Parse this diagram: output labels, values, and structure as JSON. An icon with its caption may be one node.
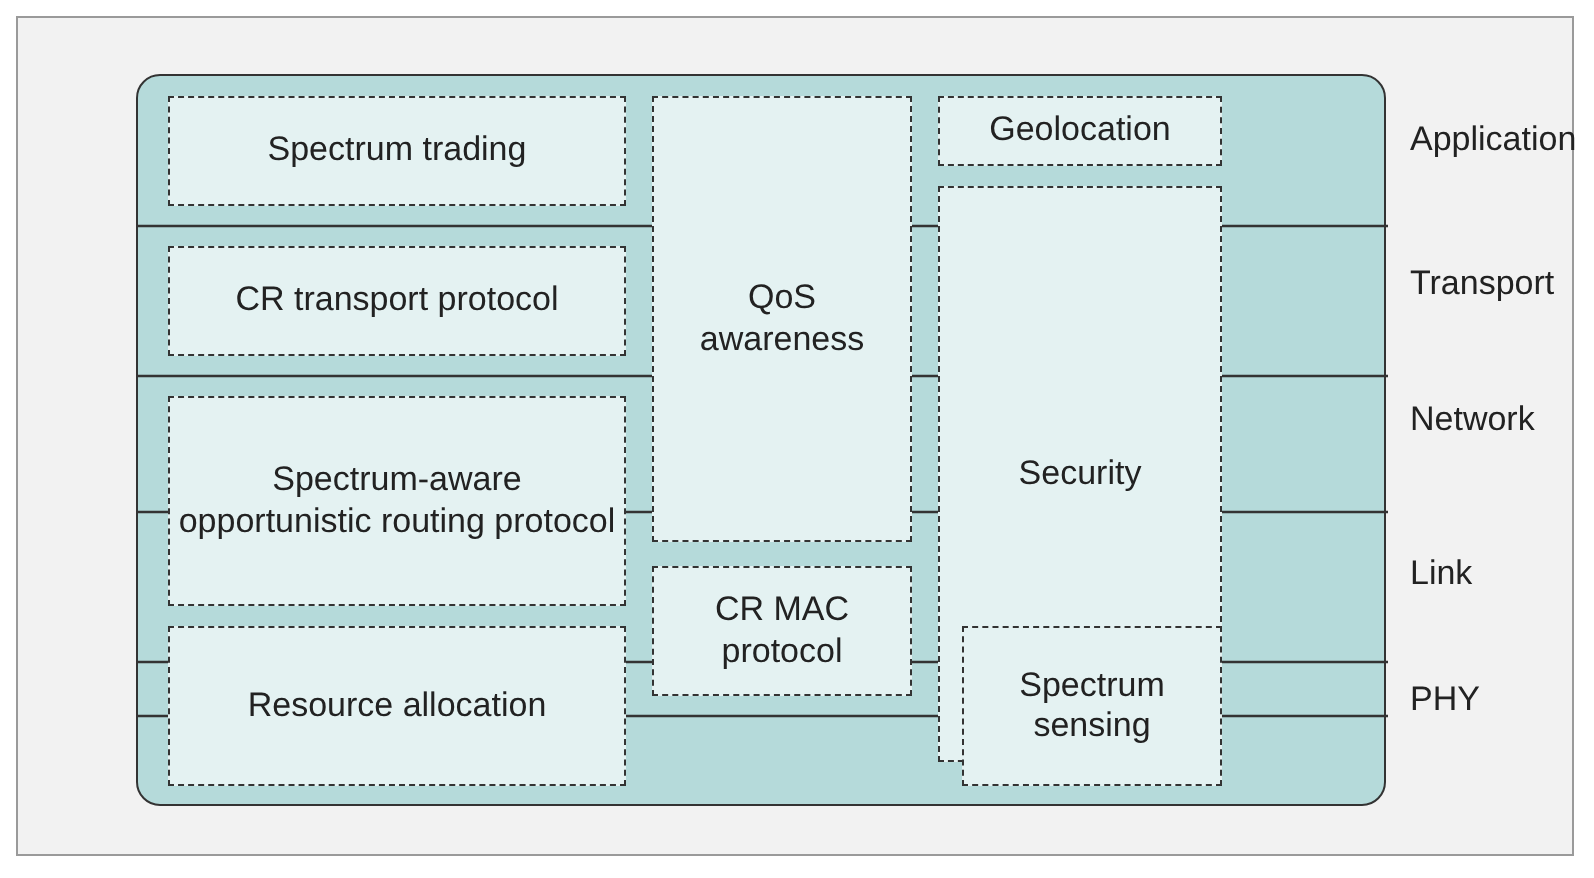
{
  "diagram": {
    "nodes": [
      {
        "text": [
          "Spectrum trading"
        ]
      },
      {
        "text": [
          "QoS awareness"
        ]
      },
      {
        "text": [
          "Geolocation"
        ]
      },
      {
        "text": [
          "CR transport protocol"
        ]
      },
      {
        "text": [
          "Security"
        ]
      },
      {
        "text": [
          "Spectrum-aware opportunistic routing protocol"
        ]
      },
      {
        "text": [
          "CR MAC protocol"
        ]
      },
      {
        "text": [
          "Resource allocation"
        ]
      },
      {
        "text": [
          "Spectrum sensing"
        ]
      }
    ],
    "labels": [
      "Application",
      "Transport",
      "Network",
      "Link",
      "PHY"
    ]
  }
}
